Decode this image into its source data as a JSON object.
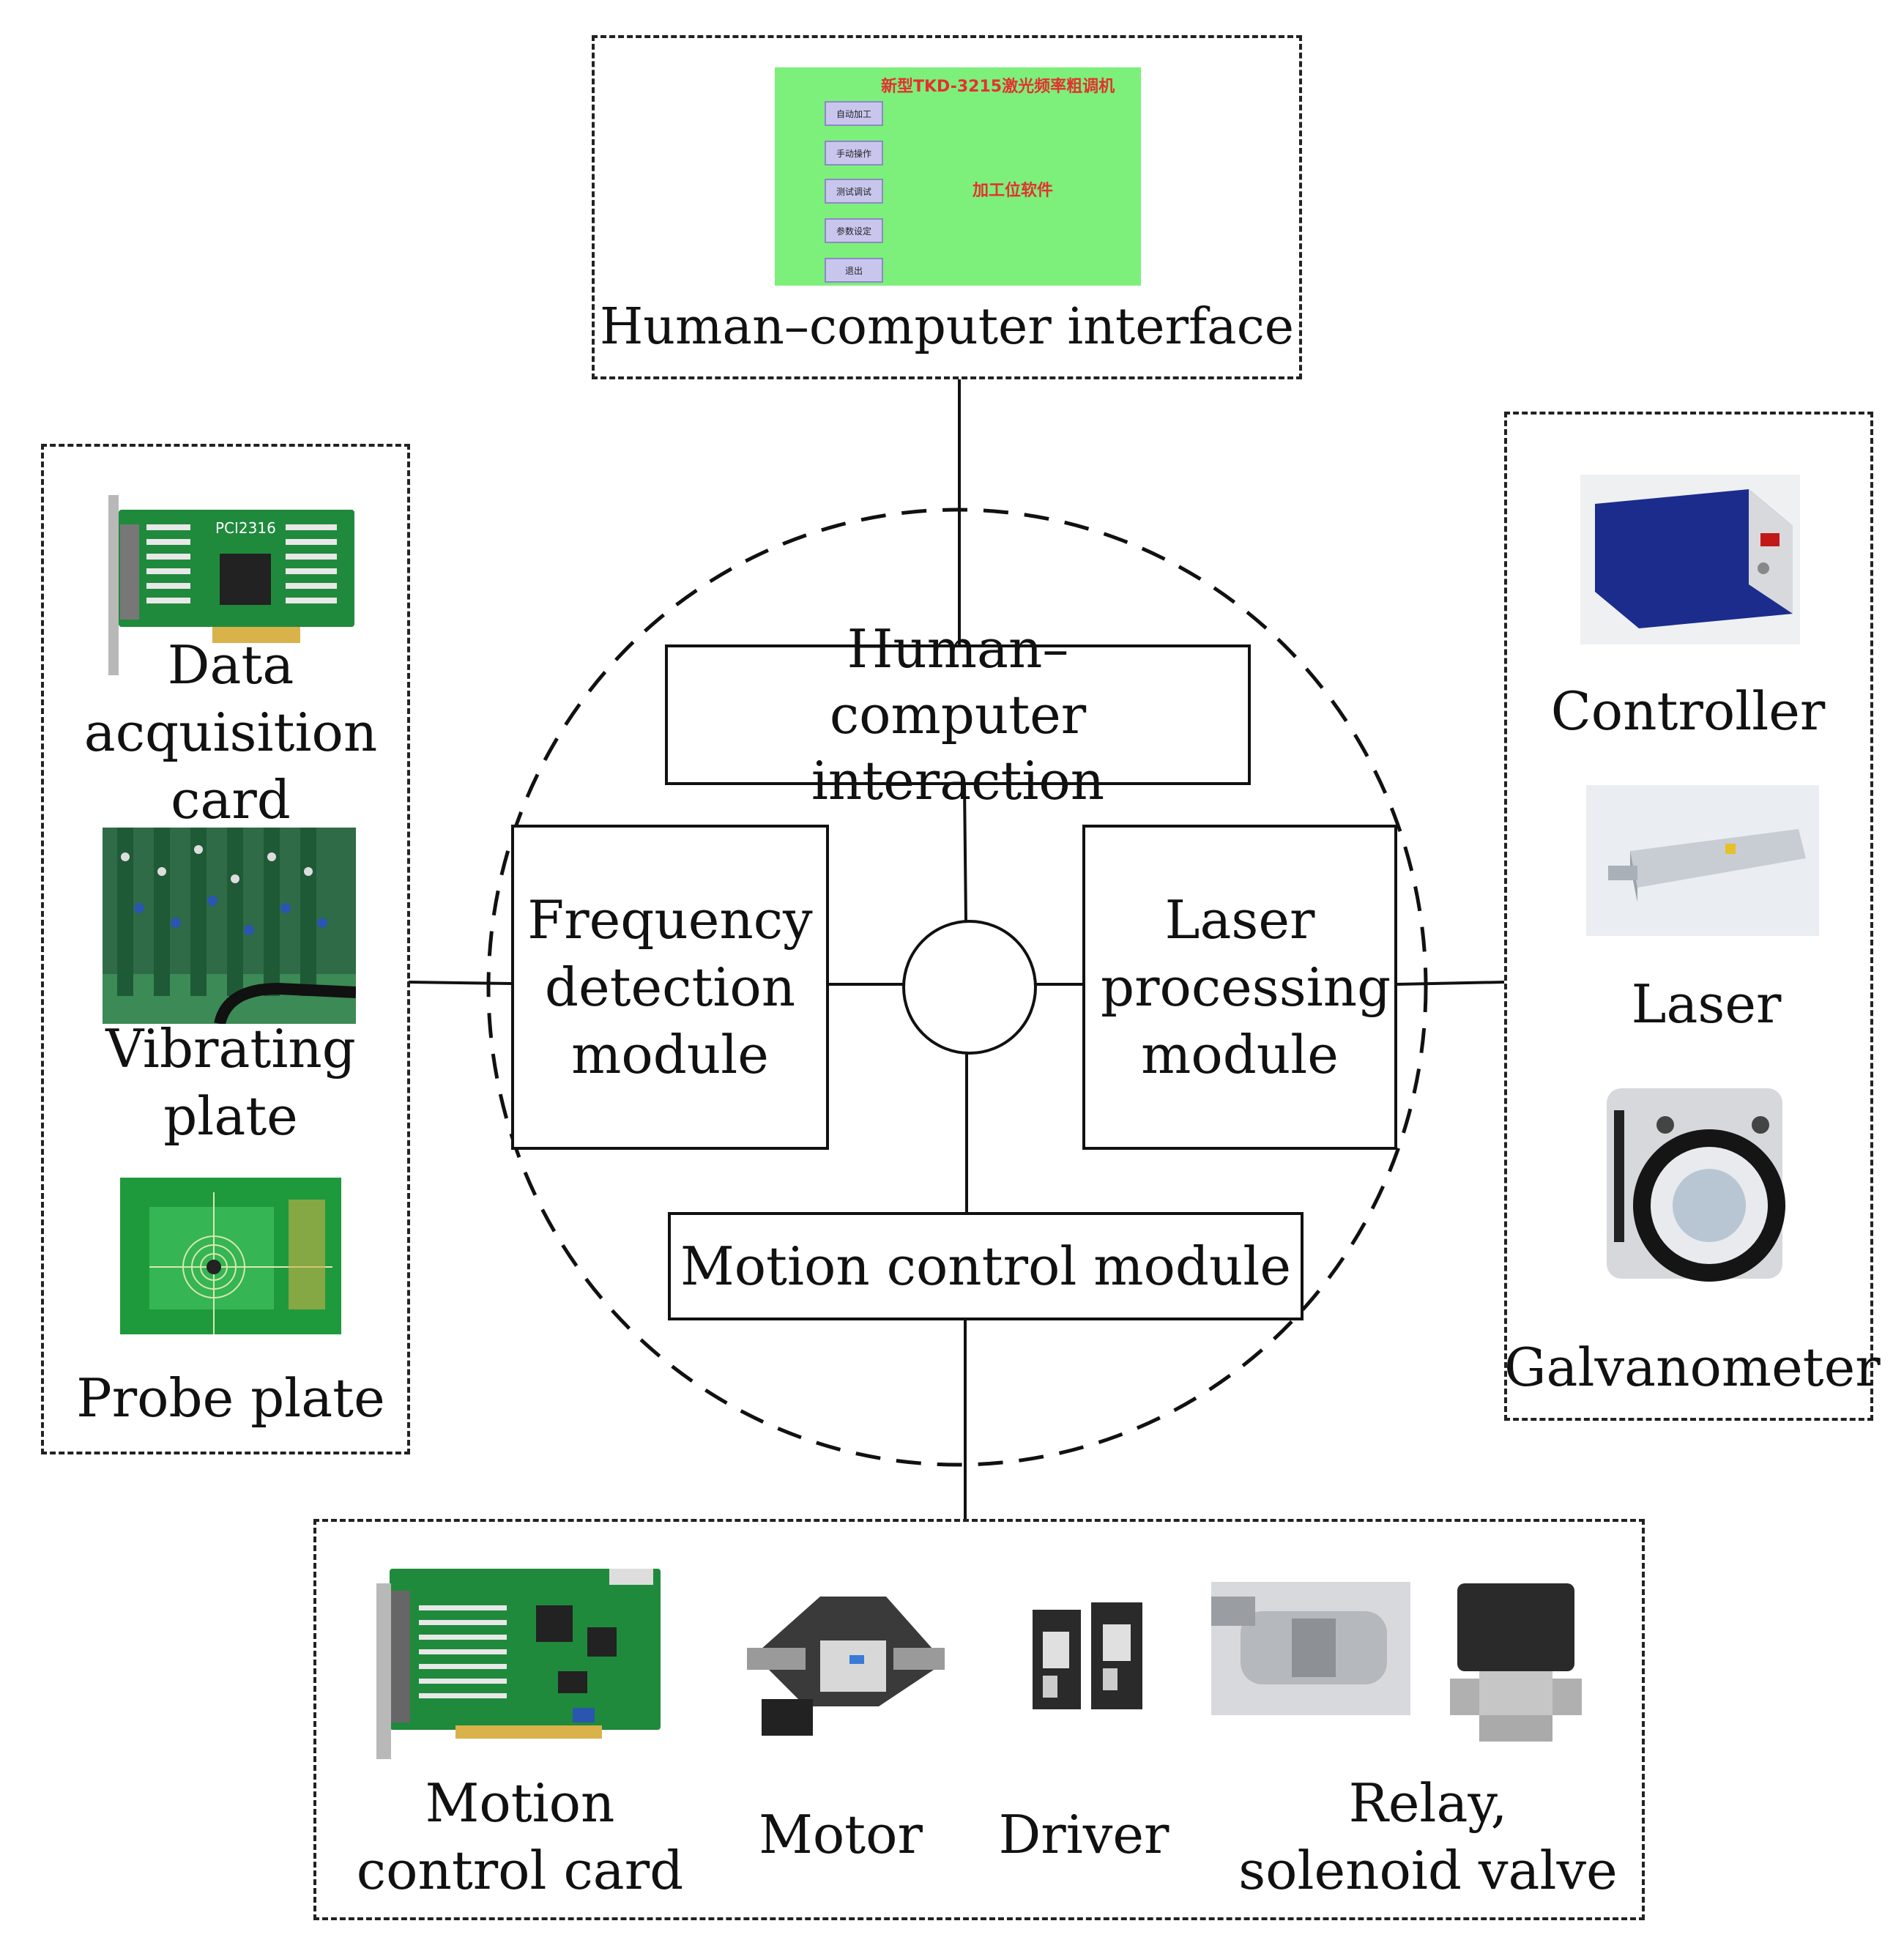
{
  "hmi_section": {
    "caption": "Human–computer interface",
    "screen_title": "新型TKD-3215激光频率粗调机",
    "screen_subtitle": "加工位软件",
    "buttons": [
      "自动加工",
      "手动操作",
      "测试调试",
      "参数设定",
      "退出"
    ]
  },
  "modules": {
    "hci": "Human–computer interaction",
    "frequency": "Frequency detection module",
    "laser": "Laser processing module",
    "motion": "Motion control module"
  },
  "left_group": {
    "items": [
      {
        "label": "Data acquisition card",
        "board_text": "PCI2316"
      },
      {
        "label": "Vibrating plate"
      },
      {
        "label": "Probe plate"
      }
    ]
  },
  "right_group": {
    "items": [
      {
        "label": "Controller"
      },
      {
        "label": "Laser"
      },
      {
        "label": "Galvanometer"
      }
    ]
  },
  "bottom_group": {
    "items": [
      {
        "label": "Motion control card"
      },
      {
        "label": "Motor"
      },
      {
        "label": "Driver"
      },
      {
        "label": "Relay, solenoid valve"
      }
    ]
  },
  "colors": {
    "hmi_screen": "#7cf07a",
    "hmi_text": "#e53030",
    "pcb_green": "#1f8a3c",
    "controller_blue": "#1c2c8c"
  }
}
